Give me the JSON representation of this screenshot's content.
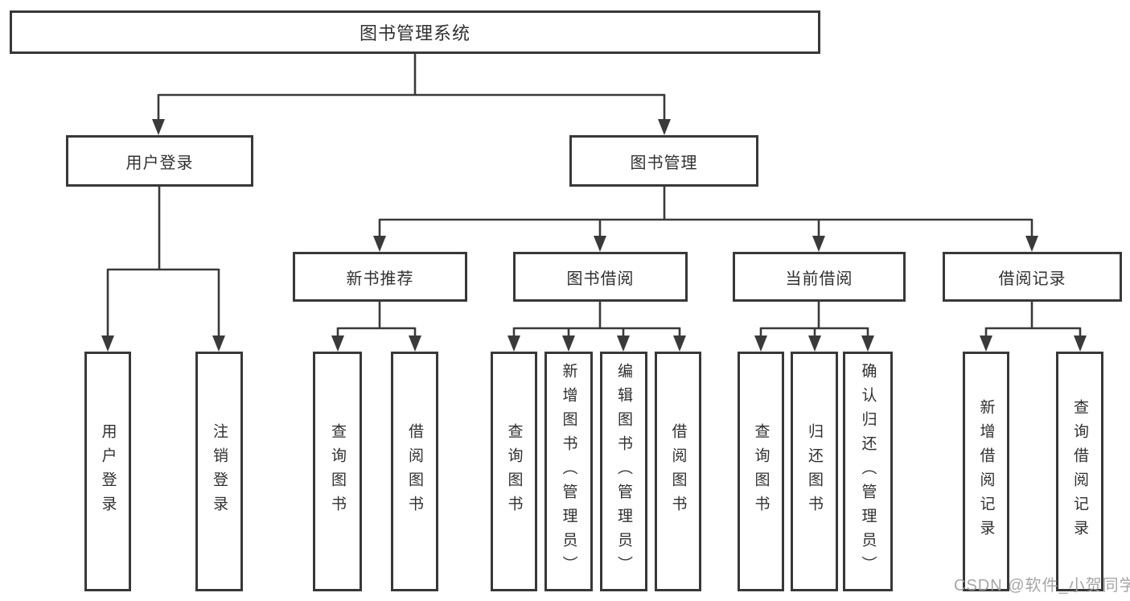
{
  "diagram": {
    "root": {
      "label": "图书管理系统"
    },
    "branches": [
      {
        "label": "用户登录",
        "children": [
          {
            "label": "用户登录"
          },
          {
            "label": "注销登录"
          }
        ]
      },
      {
        "label": "图书管理",
        "children": [
          {
            "label": "新书推荐",
            "children": [
              {
                "label": "查询图书"
              },
              {
                "label": "借阅图书"
              }
            ]
          },
          {
            "label": "图书借阅",
            "children": [
              {
                "label": "查询图书"
              },
              {
                "label": "新增图书（管理员）"
              },
              {
                "label": "编辑图书（管理员）"
              },
              {
                "label": "借阅图书"
              }
            ]
          },
          {
            "label": "当前借阅",
            "children": [
              {
                "label": "查询图书"
              },
              {
                "label": "归还图书"
              },
              {
                "label": "确认归还（管理员）"
              }
            ]
          },
          {
            "label": "借阅记录",
            "children": [
              {
                "label": "新增借阅记录"
              },
              {
                "label": "查询借阅记录"
              }
            ]
          }
        ]
      }
    ],
    "watermark": "CSDN @软件_小贺同学",
    "colors": {
      "line": "#3a3a3a",
      "border": "#383838",
      "text": "#303030",
      "watermark": "#9e9e9e",
      "background": "#ffffff"
    }
  }
}
